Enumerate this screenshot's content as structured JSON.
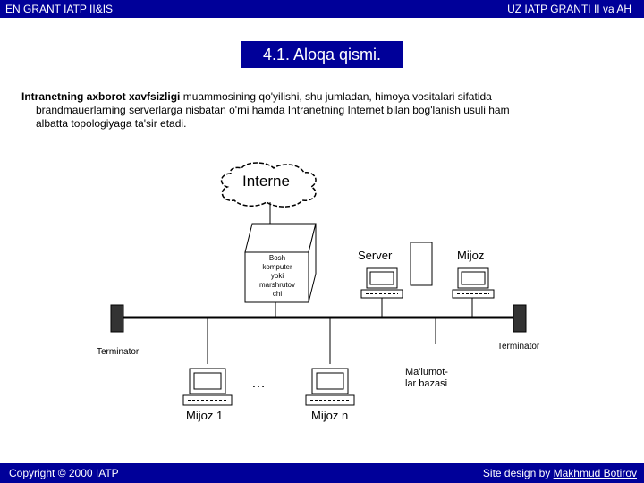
{
  "header": {
    "left": "EN GRANT IATP II&IS",
    "right": "UZ IATP GRANTI II va AH"
  },
  "title": "4.1. Aloqa qismi.",
  "paragraph": {
    "bold_lead": "Intranetning axborot xavfsizligi",
    "line1_rest": " muammosining qo'yilishi, shu jumladan, himoya vositalari sifatida",
    "line2": "brandmauerlarning serverlarga nisbatan o'rni hamda Intranetning Internet bilan bog'lanish usuli ham",
    "line3": "albatta topologiyaga ta'sir etadi."
  },
  "diagram": {
    "cloud": "Interne",
    "router_lines": [
      "Bosh",
      "komputer",
      "yoki",
      "marshrutov",
      "chi"
    ],
    "server": "Server",
    "mijoz": "Mijoz",
    "terminator_left": "Terminator",
    "terminator_right": "Terminator",
    "dots": "…",
    "database_lines": [
      "Ma'lumot-",
      "lar bazasi"
    ],
    "client1": "Mijoz 1",
    "clientn": "Mijoz n"
  },
  "footer": {
    "left": "Copyright © 2000 IATP",
    "right_prefix": "Site design by ",
    "right_link": "Makhmud Botirov"
  },
  "colors": {
    "bar": "#000099",
    "ink": "#000000"
  }
}
